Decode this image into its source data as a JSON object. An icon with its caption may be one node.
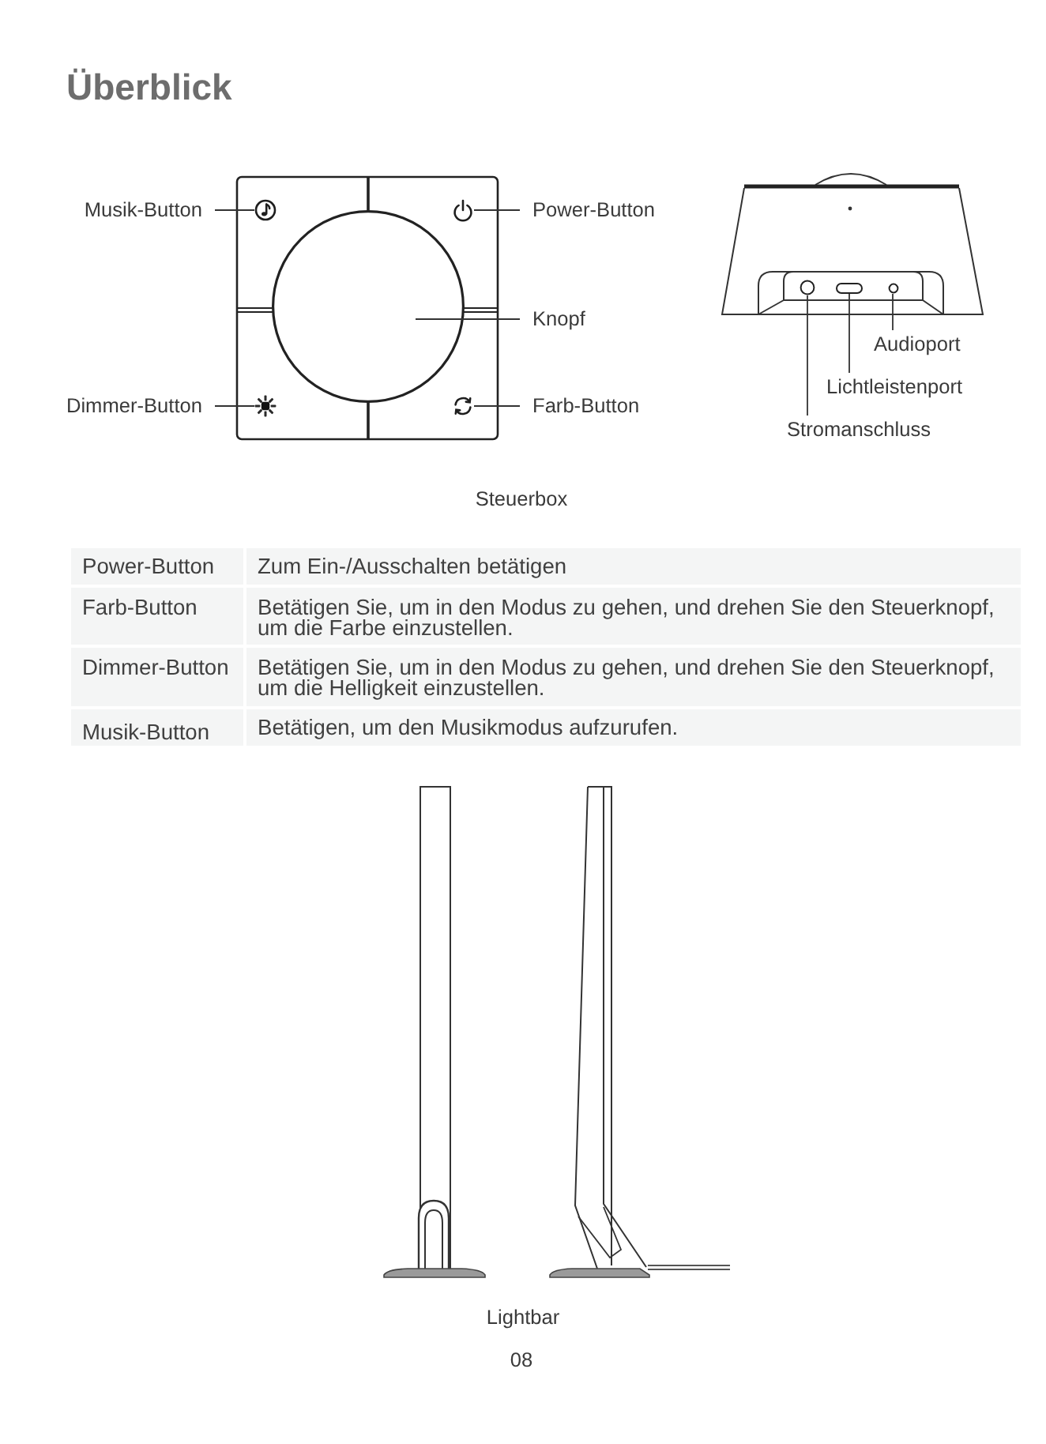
{
  "diagram": {
    "title": "Überblick",
    "nodes": [
      {
        "text": [
          "Musik-Button"
        ]
      },
      {
        "text": [],
        "shape": "picture"
      },
      {
        "text": [],
        "shape": "picture"
      },
      {
        "text": [
          "Power-Button"
        ]
      },
      {
        "text": [],
        "shape": "circle"
      },
      {
        "text": [
          "Knopf"
        ]
      },
      {
        "text": [
          "Dimmer-Button"
        ]
      },
      {
        "text": [],
        "shape": "picture"
      },
      {
        "text": [],
        "shape": "picture"
      },
      {
        "text": [
          "Farb-Button"
        ]
      },
      {
        "text": [],
        "shape": "circle"
      },
      {
        "text": [],
        "shape": "box"
      },
      {
        "text": [],
        "shape": "circle"
      },
      {
        "text": [
          "Audioport"
        ]
      },
      {
        "text": [
          "Lichtleistenport"
        ]
      },
      {
        "text": [
          "Stromanschluss"
        ]
      }
    ],
    "edges": [
      {
        "from": 0,
        "to": 1,
        "arrow": "none"
      },
      {
        "from": 3,
        "to": 2,
        "arrow": "none"
      },
      {
        "from": 5,
        "to": 4,
        "arrow": "none"
      },
      {
        "from": 6,
        "to": 7,
        "arrow": "none"
      },
      {
        "from": 9,
        "to": 8,
        "arrow": "none"
      },
      {
        "from": 13,
        "to": 12,
        "arrow": "none"
      },
      {
        "from": 14,
        "to": 11,
        "arrow": "none"
      },
      {
        "from": 15,
        "to": 10,
        "arrow": "none"
      }
    ],
    "labels": [
      "Steuerbox",
      "Power-Button",
      "Zum Ein-/Ausschalten betätigen",
      "Farb-Button",
      "Betätigen Sie, um in den Modus zu gehen, und drehen Sie den Steuerknopf, um die Farbe einzustellen.",
      "Dimmer-Button",
      "Betätigen Sie, um in den Modus zu gehen, und drehen Sie den Steuerknopf, um die Helligkeit einzustellen.",
      "Musik-Button",
      "Betätigen, um den Musikmodus aufzurufen.",
      "Lightbar",
      "08"
    ]
  }
}
